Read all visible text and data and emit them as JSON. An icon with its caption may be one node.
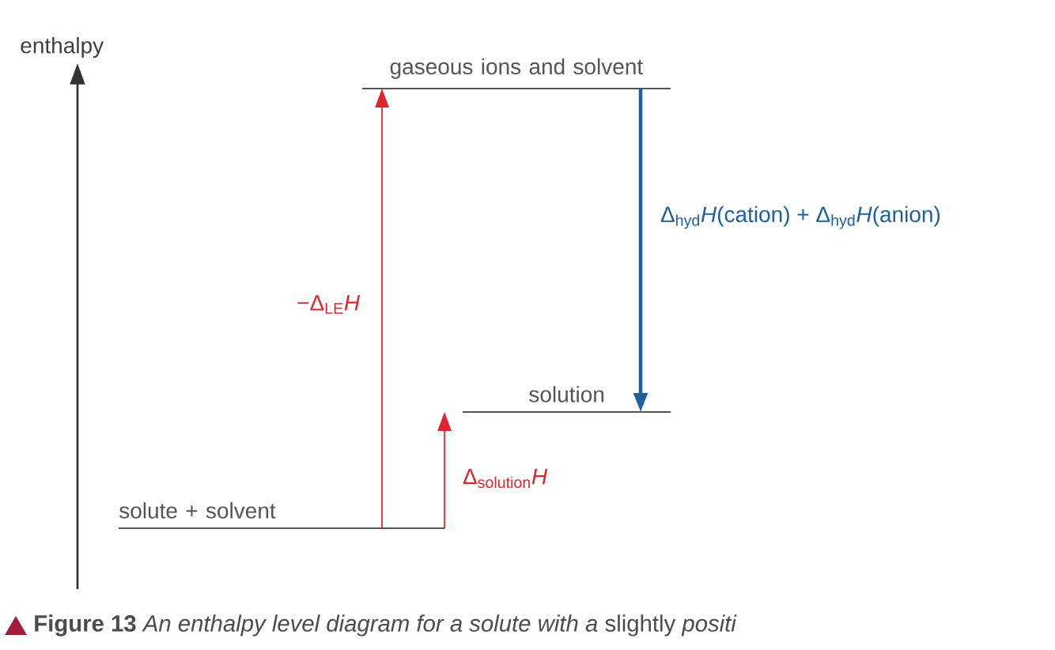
{
  "diagram": {
    "caption": "**Figure 13** *An enthalpy level diagram for a solute with a* slightly *positi*",
    "nodes": [
      {
        "text": [
          "solute + solvent"
        ]
      },
      {
        "text": [
          "gaseous ions and solvent"
        ]
      },
      {
        "text": [
          "solution"
        ]
      }
    ],
    "edges": [
      {
        "from": 0,
        "to": 1,
        "arrow": "to",
        "label": "−Δ$_{LE}$*H*"
      },
      {
        "from": 0,
        "to": 2,
        "arrow": "to",
        "label": "Δ$_{solution}$*H*"
      },
      {
        "from": 1,
        "to": 2,
        "arrow": "to",
        "label": "Δ$_{hyd}$*H*(cation) + Δ$_{hyd}$*H*(anion)",
        "style": "thick",
        "color": "#1f5fa0"
      }
    ],
    "labels": [
      "enthalpy"
    ]
  }
}
